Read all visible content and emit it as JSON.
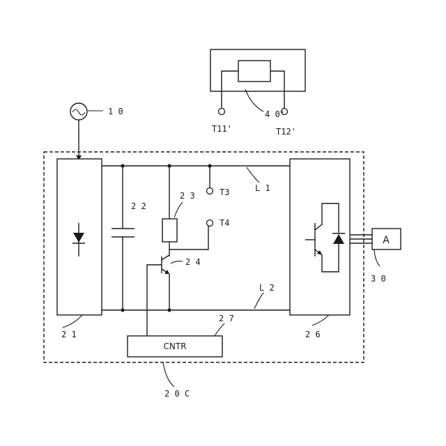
{
  "labels": {
    "source": "1 0",
    "capacitor": "2 2",
    "resistor": "2 3",
    "transistor": "2 4",
    "rectifier": "2 1",
    "inverter": "2 6",
    "controller_ref": "2 7",
    "controller_text": "CNTR",
    "device": "2 0 C",
    "load_ref": "3 0",
    "load_text": "A",
    "line1": "L 1",
    "line2": "L 2",
    "terminal3": "T3",
    "terminal4": "T4",
    "ext_unit": "4 0'",
    "ext_t11": "T11'",
    "ext_t12": "T12'"
  }
}
